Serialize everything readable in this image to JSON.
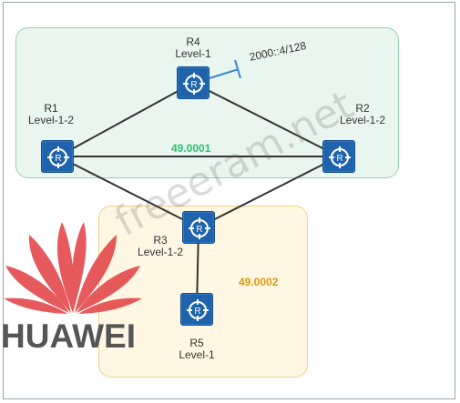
{
  "routers": {
    "r1": {
      "name": "R1",
      "level": "Level-1-2"
    },
    "r2": {
      "name": "R2",
      "level": "Level-1-2"
    },
    "r3": {
      "name": "R3",
      "level": "Level-1-2"
    },
    "r4": {
      "name": "R4",
      "level": "Level-1"
    },
    "r5": {
      "name": "R5",
      "level": "Level-1"
    }
  },
  "areas": {
    "area1": {
      "id": "49.0001",
      "color": "#2fbf71"
    },
    "area2": {
      "id": "49.0002",
      "color": "#d79a10"
    }
  },
  "interfaces": {
    "r4_ipv6": "2000::4/128"
  },
  "router_color": "#1f63ad",
  "watermark": "freeeram.net",
  "brand": "HUAWEI"
}
